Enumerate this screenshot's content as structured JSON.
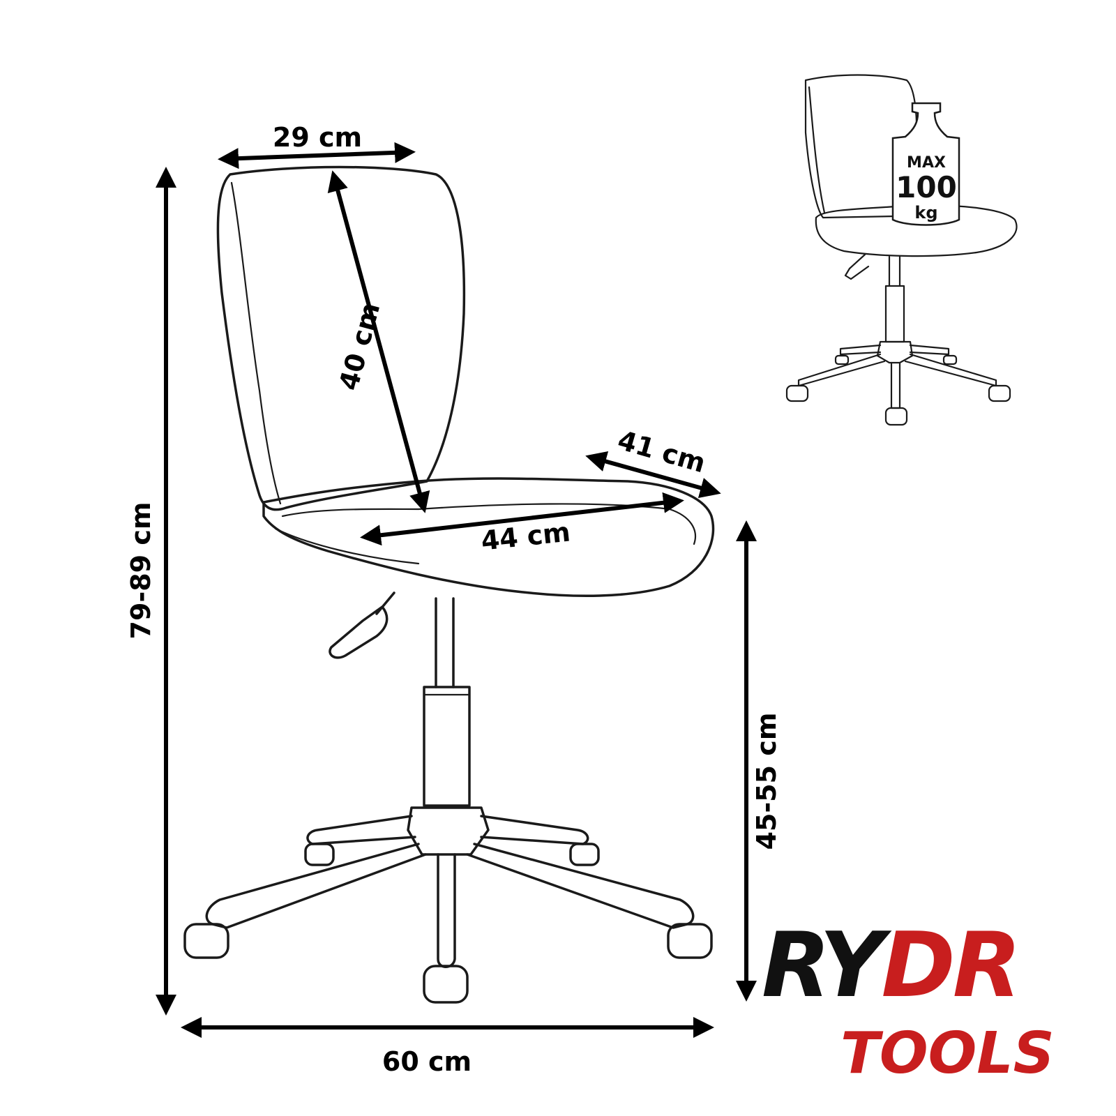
{
  "dimensions": {
    "seat_top_width": "29 cm",
    "backrest_height": "40 cm",
    "seat_depth": "41 cm",
    "seat_width": "44 cm",
    "total_height": "79-89 cm",
    "seat_height": "45-55 cm",
    "base_width": "60 cm"
  },
  "weight_badge": {
    "label": "MAX",
    "value": "100",
    "unit": "kg"
  },
  "brand": {
    "part1": "RY",
    "part2": "DR",
    "part3": "TOOLS",
    "color_dark": "#111111",
    "color_red": "#c81e1e"
  }
}
